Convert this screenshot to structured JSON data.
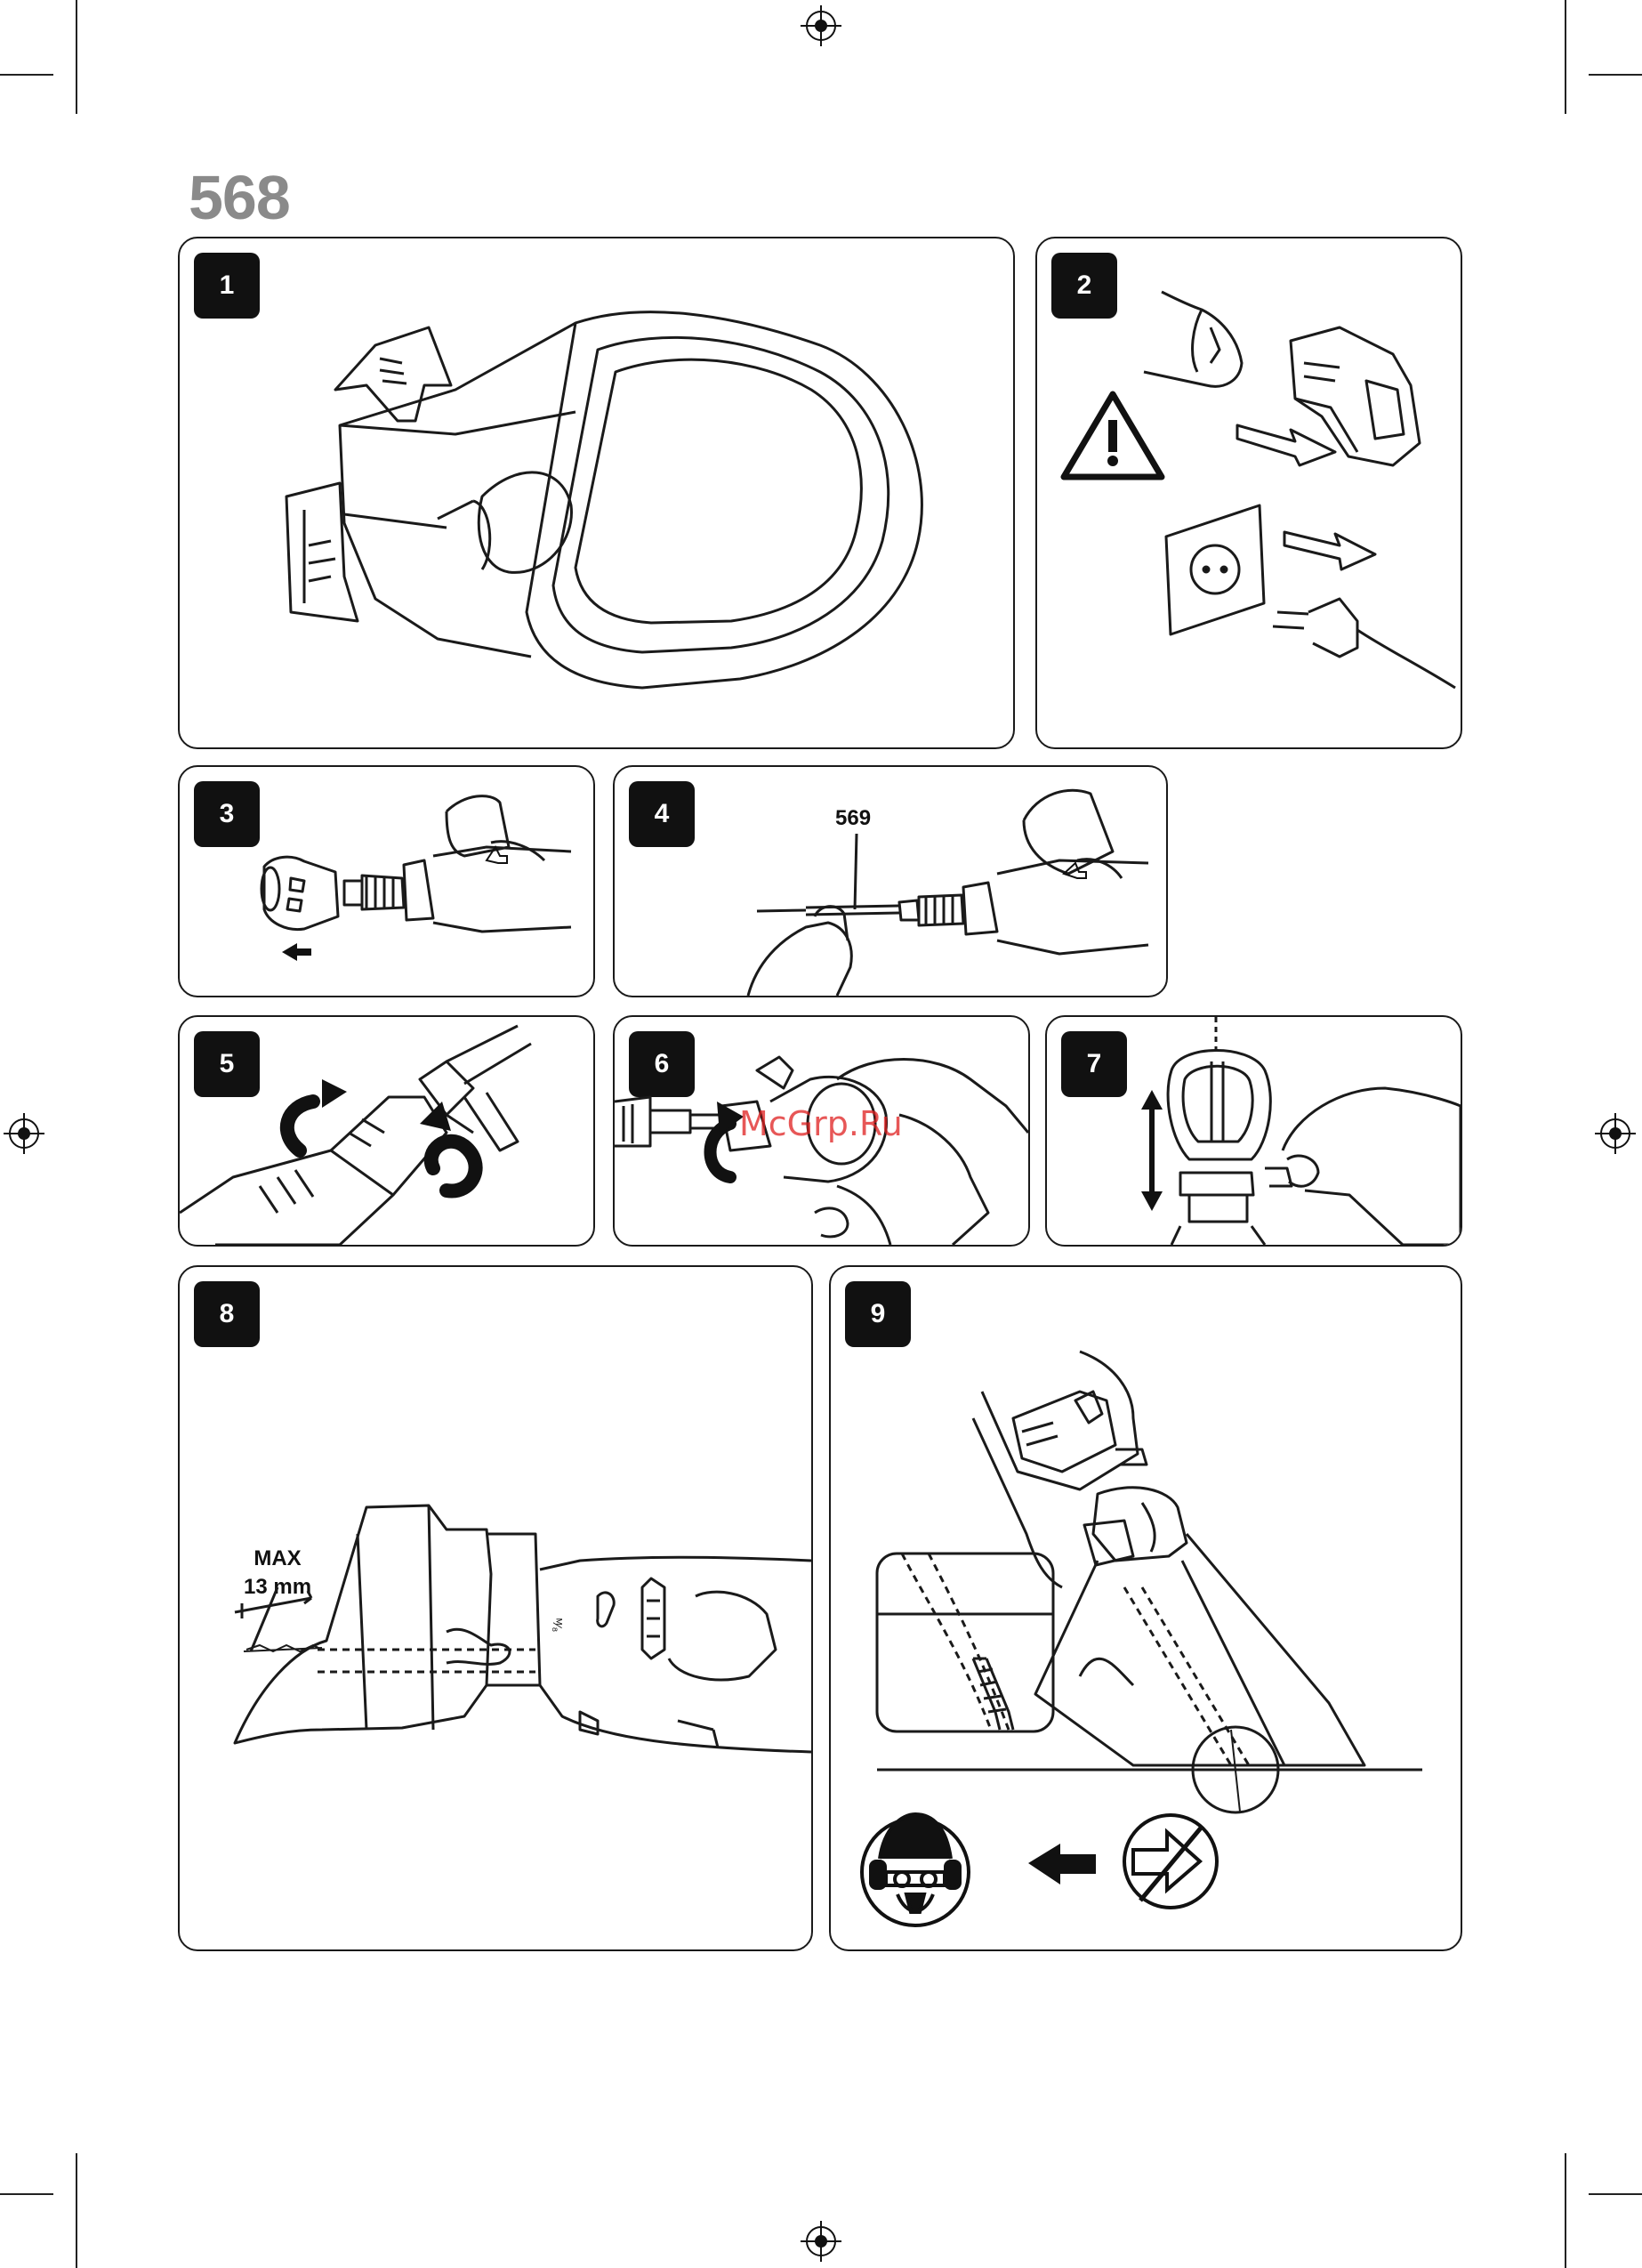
{
  "page": {
    "model_number": "568"
  },
  "panels": [
    {
      "number": "1"
    },
    {
      "number": "2"
    },
    {
      "number": "3"
    },
    {
      "number": "4",
      "callout": "569"
    },
    {
      "number": "5"
    },
    {
      "number": "6"
    },
    {
      "number": "7"
    },
    {
      "number": "8",
      "callout_line1": "MAX",
      "callout_line2": "13 mm"
    },
    {
      "number": "9"
    }
  ],
  "watermark": "McGrp.Ru",
  "icons": {
    "warning": "warning-triangle-icon",
    "ppe": "protective-equipment-icon",
    "prohibited": "no-forward-direction-icon",
    "registration": "registration-mark-icon"
  },
  "colors": {
    "line": "#1a1a1a",
    "badge": "#111111",
    "model_number": "#8a8a8a",
    "watermark": "#e02020"
  }
}
